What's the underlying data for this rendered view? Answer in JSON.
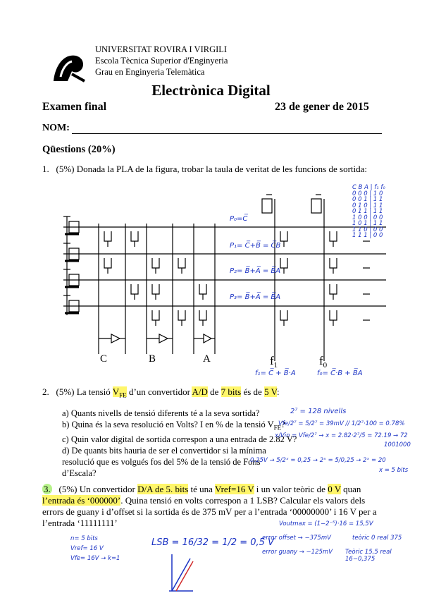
{
  "header": {
    "university": "UNIVERSITAT ROVIRA I VIRGILI",
    "school": "Escola Tècnica Superior d'Enginyeria",
    "degree": "Grau en Enginyeria Telemàtica"
  },
  "title": "Electrònica Digital",
  "exam_label": "Examen final",
  "date": "23 de gener de 2015",
  "nom_label": "NOM:",
  "section": "Qüestions (20%)",
  "q1": {
    "number": "1.",
    "weight": "(5%)",
    "text": "Donada la PLA de la figura, trobar la taula de veritat de les funcions de sortida:",
    "inputs": [
      "C",
      "B",
      "A"
    ],
    "outputs": [
      "f",
      "f"
    ],
    "output_subs": [
      "1",
      "0"
    ],
    "handwritten": {
      "p0": "P₀=C̅",
      "p1": "P₁= C̅+B̅ = C̅B",
      "p2": "P₂= B̅+A̅ = B̅A",
      "p3": "P₃= B̅+A̅ = B̅A",
      "f1": "f₁= C̅ + B̅·A",
      "f0": "f₀= C̅·B + B̅A",
      "table_head": "C B A | f₁ f₀",
      "table_rows": [
        "0 0 0 | 1 0",
        "0 0 1 | 1 1",
        "0 1 0 | 1 1",
        "0 1 1 | 1 1",
        "1 0 0 | 0 0",
        "1 0 1 | 1 1",
        "1 1 0 | 0 0",
        "1 1 1 | 0 0"
      ]
    }
  },
  "q2": {
    "number": "2.",
    "weight": "(5%)",
    "text_pre": "La tensió ",
    "vfe": "V",
    "vfe_sub": "FE",
    "text_mid1": " d’un convertidor ",
    "ad": "A/D",
    "text_mid2": " de ",
    "bits": "7 bits",
    "text_mid3": " és de ",
    "volts": "5 V",
    "text_end": ":",
    "items": [
      "a) Quants nivells de tensió diferents té a la seva sortida?",
      "b) Quina és la seva resolució en Volts? I en % de la tensió V",
      "c) Quin valor digital de sortida correspon a una entrada de 2.82 V?",
      "d) De quants bits hauria de ser el convertidor si la mínima resolució que es volgués fos del 5% de la tensió de Fons d’Escala?"
    ],
    "b_sub": "FE",
    "b_end": "?",
    "handwritten": {
      "a": "2⁷ = 128 nivells",
      "b": "Vfe/2⁷ = 5/2⁷ = 39mV // 1/2⁷·100 = 0.78%",
      "c": "x/Vin = Vfe/2⁷ → x = 2.82·2⁷/5 = 72.19 → 72",
      "c2": "1001000",
      "d": "0,25V → 5/2ˣ = 0,25 → 2ˣ = 5/0,25 → 2ˣ = 20",
      "d2": "x = 5 bits"
    }
  },
  "q3": {
    "number": "3.",
    "weight": "(5%)",
    "t1": " Un convertidor ",
    "da": "D/A de 5. bits",
    "t2": " té una ",
    "vref": "Vref=16 V",
    "t3": " i un valor teòric de ",
    "zero": "0 V",
    "t4": " quan ",
    "entrada": "l’entrada és ‘000000’",
    "t5": ". Quina tensió en volts correspon a 1 LSB? Calcular els valors dels errors de guany i d’offset si la sortida és de 375 mV per a l’entrada ‘00000000’ i 16 V per a l’entrada ‘11111111’",
    "handwritten": {
      "n": "n= 5 bits",
      "vref": "Vref= 16 V",
      "vfe": "Vfe= 16V → k=1",
      "lsb": "LSB = 16/32 = 1/2 = 0,5 V",
      "vout": "Voutmax = (1−2⁻⁵)·16 = 15,5V",
      "offset": "error offset → −375mV",
      "offset_note": "teòric 0 real 375",
      "gain": "error guany → −125mV",
      "gain_note": "Teòric 15,5 real 16−0,375"
    }
  }
}
